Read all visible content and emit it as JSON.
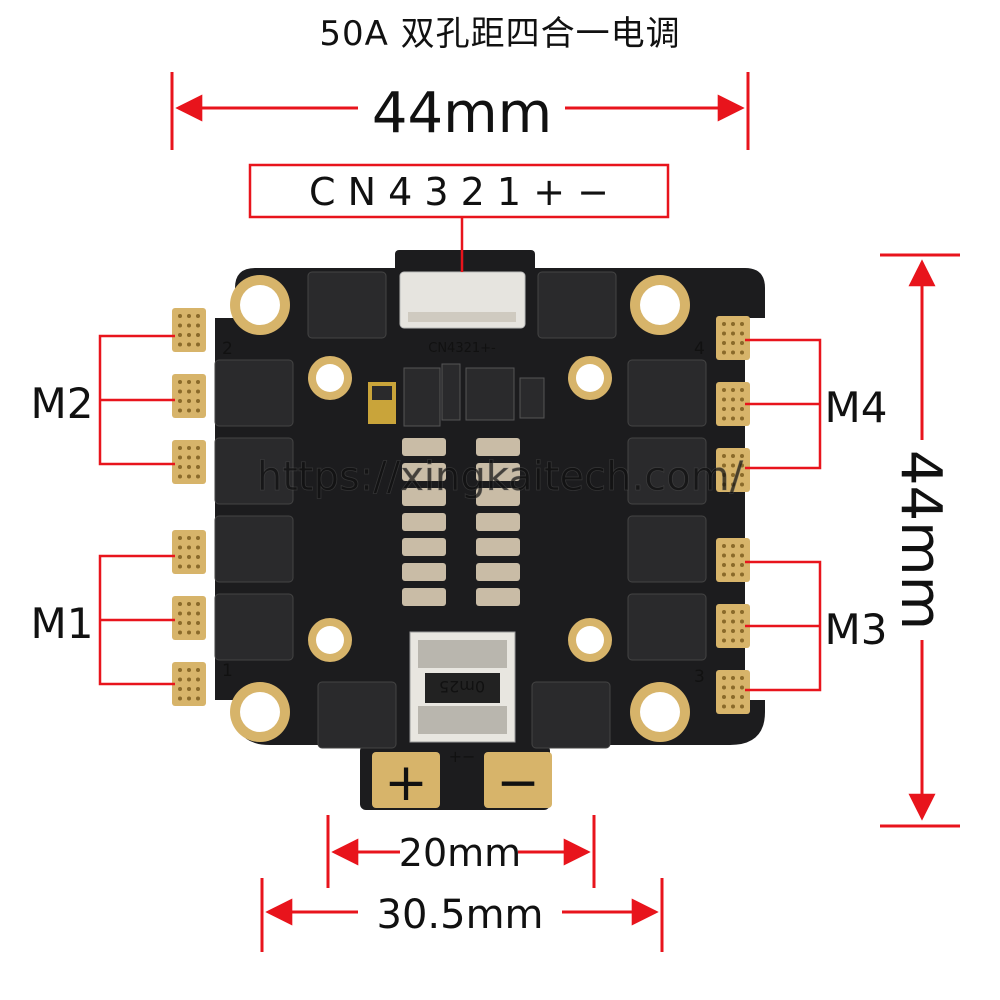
{
  "title": "50A 双孔距四合一电调",
  "dimensions": {
    "width": "44mm",
    "height": "44mm",
    "pad_spacing": "20mm",
    "mount_spacing": "30.5mm"
  },
  "connector": {
    "pinout_label": "C N 4 3 2 1 + −",
    "silkscreen": "CN4321+-"
  },
  "motors": {
    "m1": "M1",
    "m2": "M2",
    "m3": "M3",
    "m4": "M4"
  },
  "corner_numbers": {
    "top_left": "2",
    "top_right": "4",
    "bottom_left": "1",
    "bottom_right": "3"
  },
  "power": {
    "plus": "+",
    "minus": "−",
    "silkscreen": "+−"
  },
  "shunt_label": "0m25",
  "watermark": "https://xingkaitech.com/",
  "colors": {
    "annotation": "#e8141c",
    "pcb": "#1c1c1e",
    "gold": "#d7b46a",
    "mosfet": "#2a2a2c"
  }
}
